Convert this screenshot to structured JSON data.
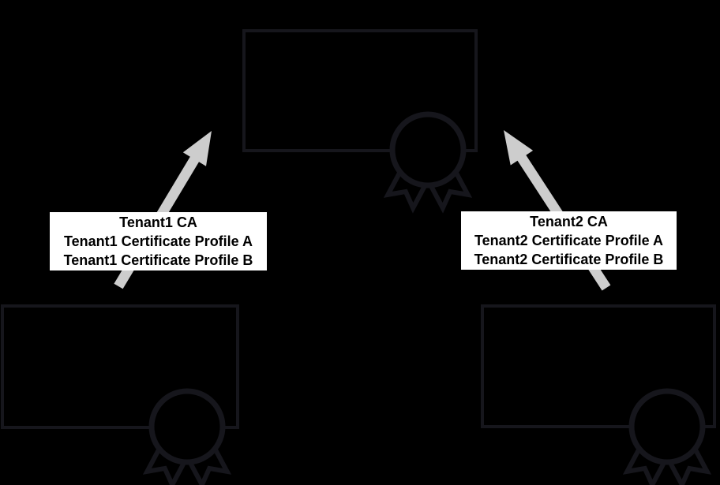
{
  "diagram": {
    "type": "certificate-hierarchy",
    "colors": {
      "background": "#000000",
      "outline": "#16161c",
      "arrow": "#cdcdcd",
      "label_background": "#ffffff",
      "label_text": "#000000"
    },
    "nodes": [
      {
        "id": "root-certificate",
        "icon": "certificate-ribbon-icon",
        "text": ""
      },
      {
        "id": "tenant1-certificate",
        "icon": "certificate-ribbon-icon",
        "text": ""
      },
      {
        "id": "tenant2-certificate",
        "icon": "certificate-ribbon-icon",
        "text": ""
      }
    ],
    "labels": {
      "tenant1": {
        "lines": [
          "Tenant1 CA",
          "Tenant1 Certificate Profile A",
          "Tenant1 Certificate Profile B"
        ]
      },
      "tenant2": {
        "lines": [
          "Tenant2 CA",
          "Tenant2 Certificate Profile A",
          "Tenant2 Certificate Profile B"
        ]
      }
    },
    "arrows": [
      {
        "id": "tenant1-to-root",
        "direction": "up-right"
      },
      {
        "id": "tenant2-to-root",
        "direction": "up-left"
      }
    ]
  }
}
